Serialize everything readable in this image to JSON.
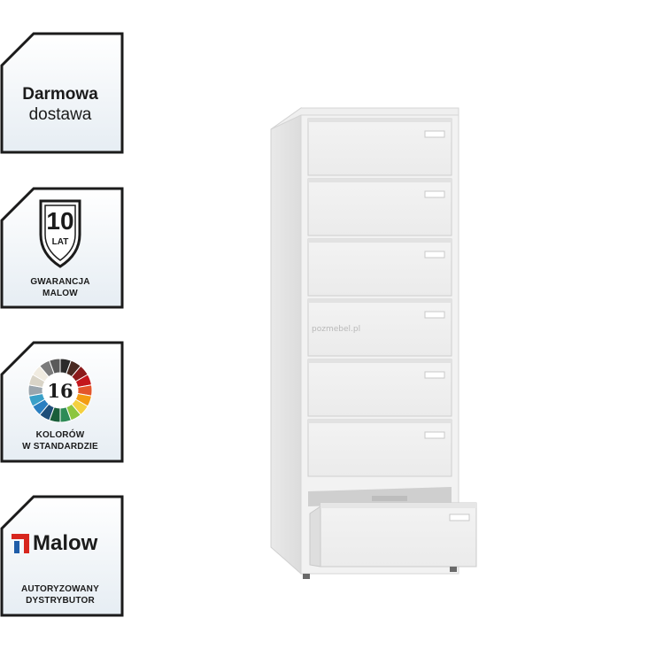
{
  "badges": {
    "delivery": {
      "line1": "Darmowa",
      "line2": "dostawa"
    },
    "warranty": {
      "number": "10",
      "unit": "LAT",
      "line1": "GWARANCJA",
      "line2": "MALOW"
    },
    "colors": {
      "number": "16",
      "line1": "KOLORÓW",
      "line2": "W STANDARDZIE",
      "swatches": [
        "#2b2b2b",
        "#4a2a22",
        "#8c1a1a",
        "#c4161c",
        "#e3552b",
        "#f39c12",
        "#f4d03f",
        "#8cc63f",
        "#2e8b57",
        "#1a5e3a",
        "#1f4e79",
        "#2a7fc1",
        "#3aa0c8",
        "#9aa5ad",
        "#d9d4c7",
        "#f0ebe0",
        "#7b7b7b",
        "#5a5a5a"
      ]
    },
    "dealer": {
      "brand": "Malow",
      "line1": "AUTORYZOWANY",
      "line2": "DYSTRYBUTOR",
      "brand_color": "#d7261e",
      "brand_color2": "#1f5da8"
    }
  },
  "product": {
    "watermark": "pozmebel.pl",
    "drawer_count": 7
  }
}
